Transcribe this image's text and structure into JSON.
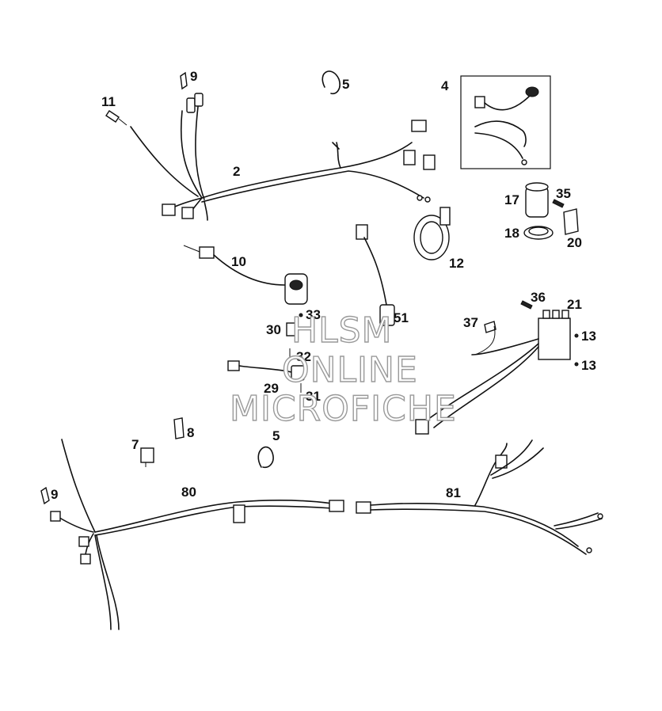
{
  "callouts": {
    "c2": "2",
    "c4": "4",
    "c5a": "5",
    "c5b": "5",
    "c7": "7",
    "c8": "8",
    "c9a": "9",
    "c9b": "9",
    "c10": "10",
    "c11": "11",
    "c12": "12",
    "c13a": "13",
    "c13b": "13",
    "c17": "17",
    "c18": "18",
    "c20": "20",
    "c21": "21",
    "c29": "29",
    "c30": "30",
    "c31": "31",
    "c32": "32",
    "c33": "33",
    "c35": "35",
    "c36": "36",
    "c37": "37",
    "c51": "51",
    "c80": "80",
    "c81": "81"
  },
  "watermark": {
    "line1": "HLSM",
    "line2": "ONLINE",
    "line3": "MICROFICHE"
  }
}
